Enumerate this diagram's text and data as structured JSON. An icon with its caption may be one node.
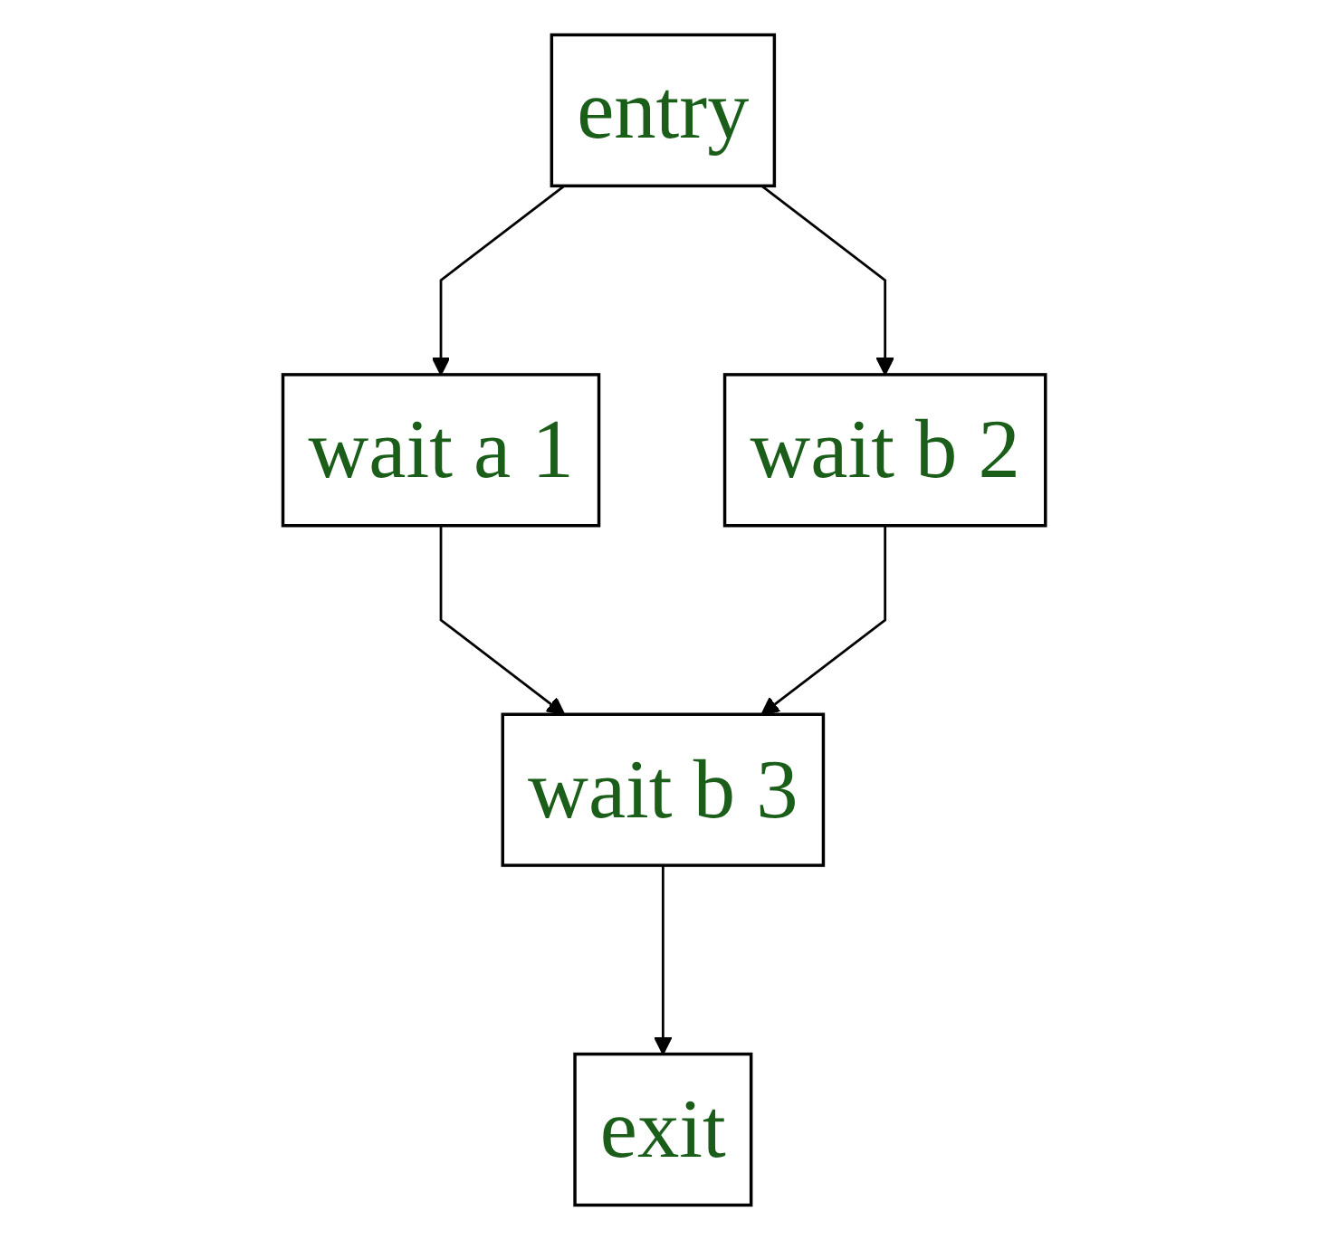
{
  "diagram": {
    "nodes": [
      {
        "text": [
          "entry"
        ]
      },
      {
        "text": [
          "wait a 1"
        ]
      },
      {
        "text": [
          "wait b 2"
        ]
      },
      {
        "text": [
          "wait b 3"
        ]
      },
      {
        "text": [
          "exit"
        ]
      }
    ],
    "edges": [
      {
        "from": 0,
        "to": 1,
        "arrow": "to"
      },
      {
        "from": 0,
        "to": 2,
        "arrow": "to"
      },
      {
        "from": 1,
        "to": 3,
        "arrow": "to"
      },
      {
        "from": 2,
        "to": 3,
        "arrow": "to"
      },
      {
        "from": 3,
        "to": 4,
        "arrow": "to"
      }
    ]
  }
}
